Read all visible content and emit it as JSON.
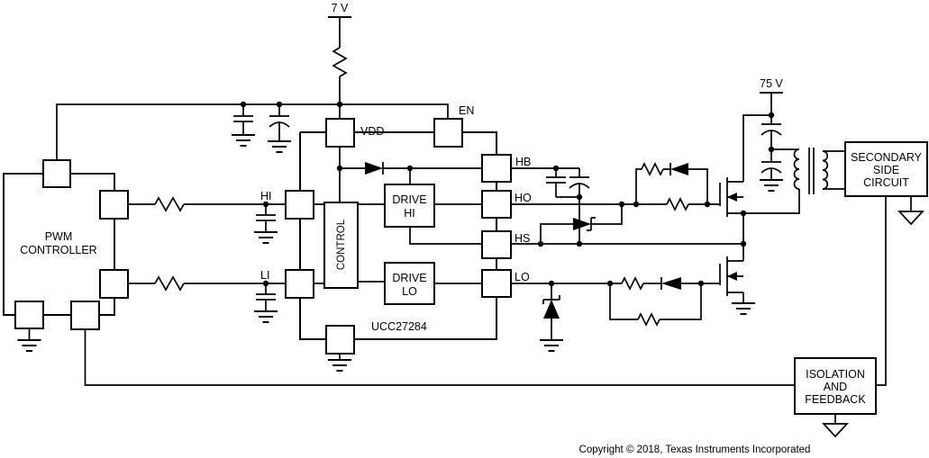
{
  "labels": {
    "supply_7v": "7 V",
    "supply_75v": "75 V",
    "hi": "HI",
    "li": "LI",
    "vdd": "VDD",
    "en": "EN",
    "hb": "HB",
    "ho": "HO",
    "hs": "HS",
    "lo": "LO",
    "ic_part": "UCC27284"
  },
  "blocks": {
    "pwm_controller": {
      "line1": "PWM",
      "line2": "CONTROLLER"
    },
    "control": {
      "label": "CONTROL"
    },
    "drive_hi": {
      "line1": "DRIVE",
      "line2": "HI"
    },
    "drive_lo": {
      "line1": "DRIVE",
      "line2": "LO"
    },
    "secondary_side": {
      "line1": "SECONDARY",
      "line2": "SIDE",
      "line3": "CIRCUIT"
    },
    "isolation_feedback": {
      "line1": "ISOLATION",
      "line2": "AND",
      "line3": "FEEDBACK"
    }
  },
  "footer": {
    "copyright": "Copyright © 2018, Texas Instruments Incorporated"
  },
  "colors": {
    "stroke": "#000000",
    "background": "#ffffff"
  }
}
